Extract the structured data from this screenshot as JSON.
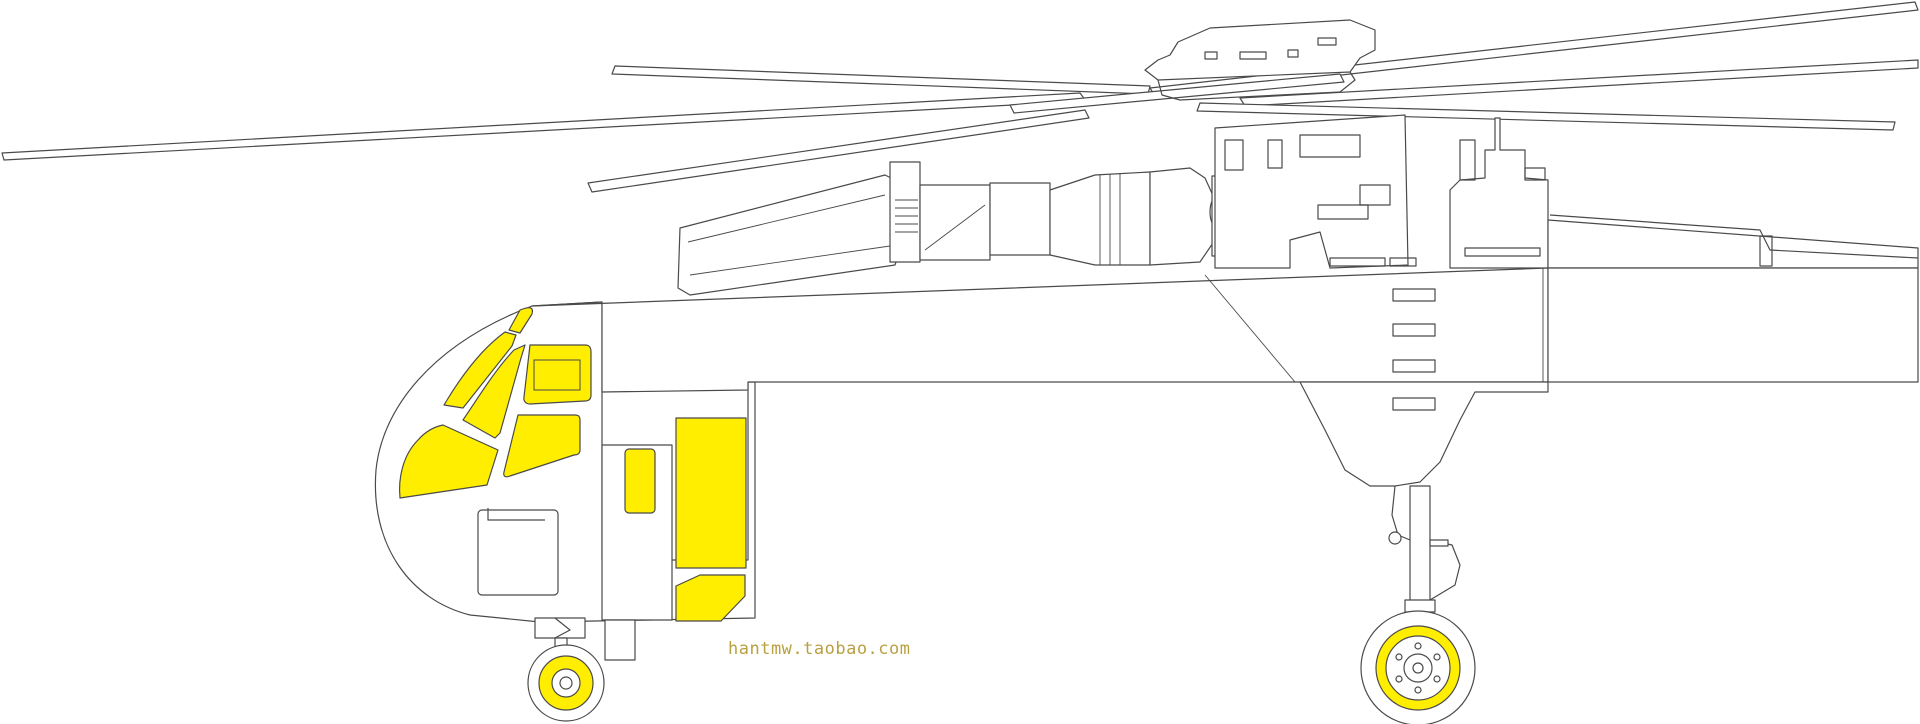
{
  "watermark": {
    "text": "hantmw.taobao.com"
  },
  "colors": {
    "mask_fill": "#ffee00",
    "outline": "#4a4a4a",
    "background": "#ffffff",
    "watermark": "#b9a040"
  },
  "subject": {
    "icon": "helicopter-mask-outline-icon",
    "yellow_mask_panels": [
      "canopy-top-sliver",
      "windscreen-upper-left",
      "windscreen-upper-middle",
      "cockpit-side-window-top",
      "cockpit-side-window-bottom",
      "nose-chin-window",
      "door-window",
      "side-panel-window",
      "lower-side-window",
      "nose-wheel-hub",
      "main-wheel-hub"
    ]
  }
}
